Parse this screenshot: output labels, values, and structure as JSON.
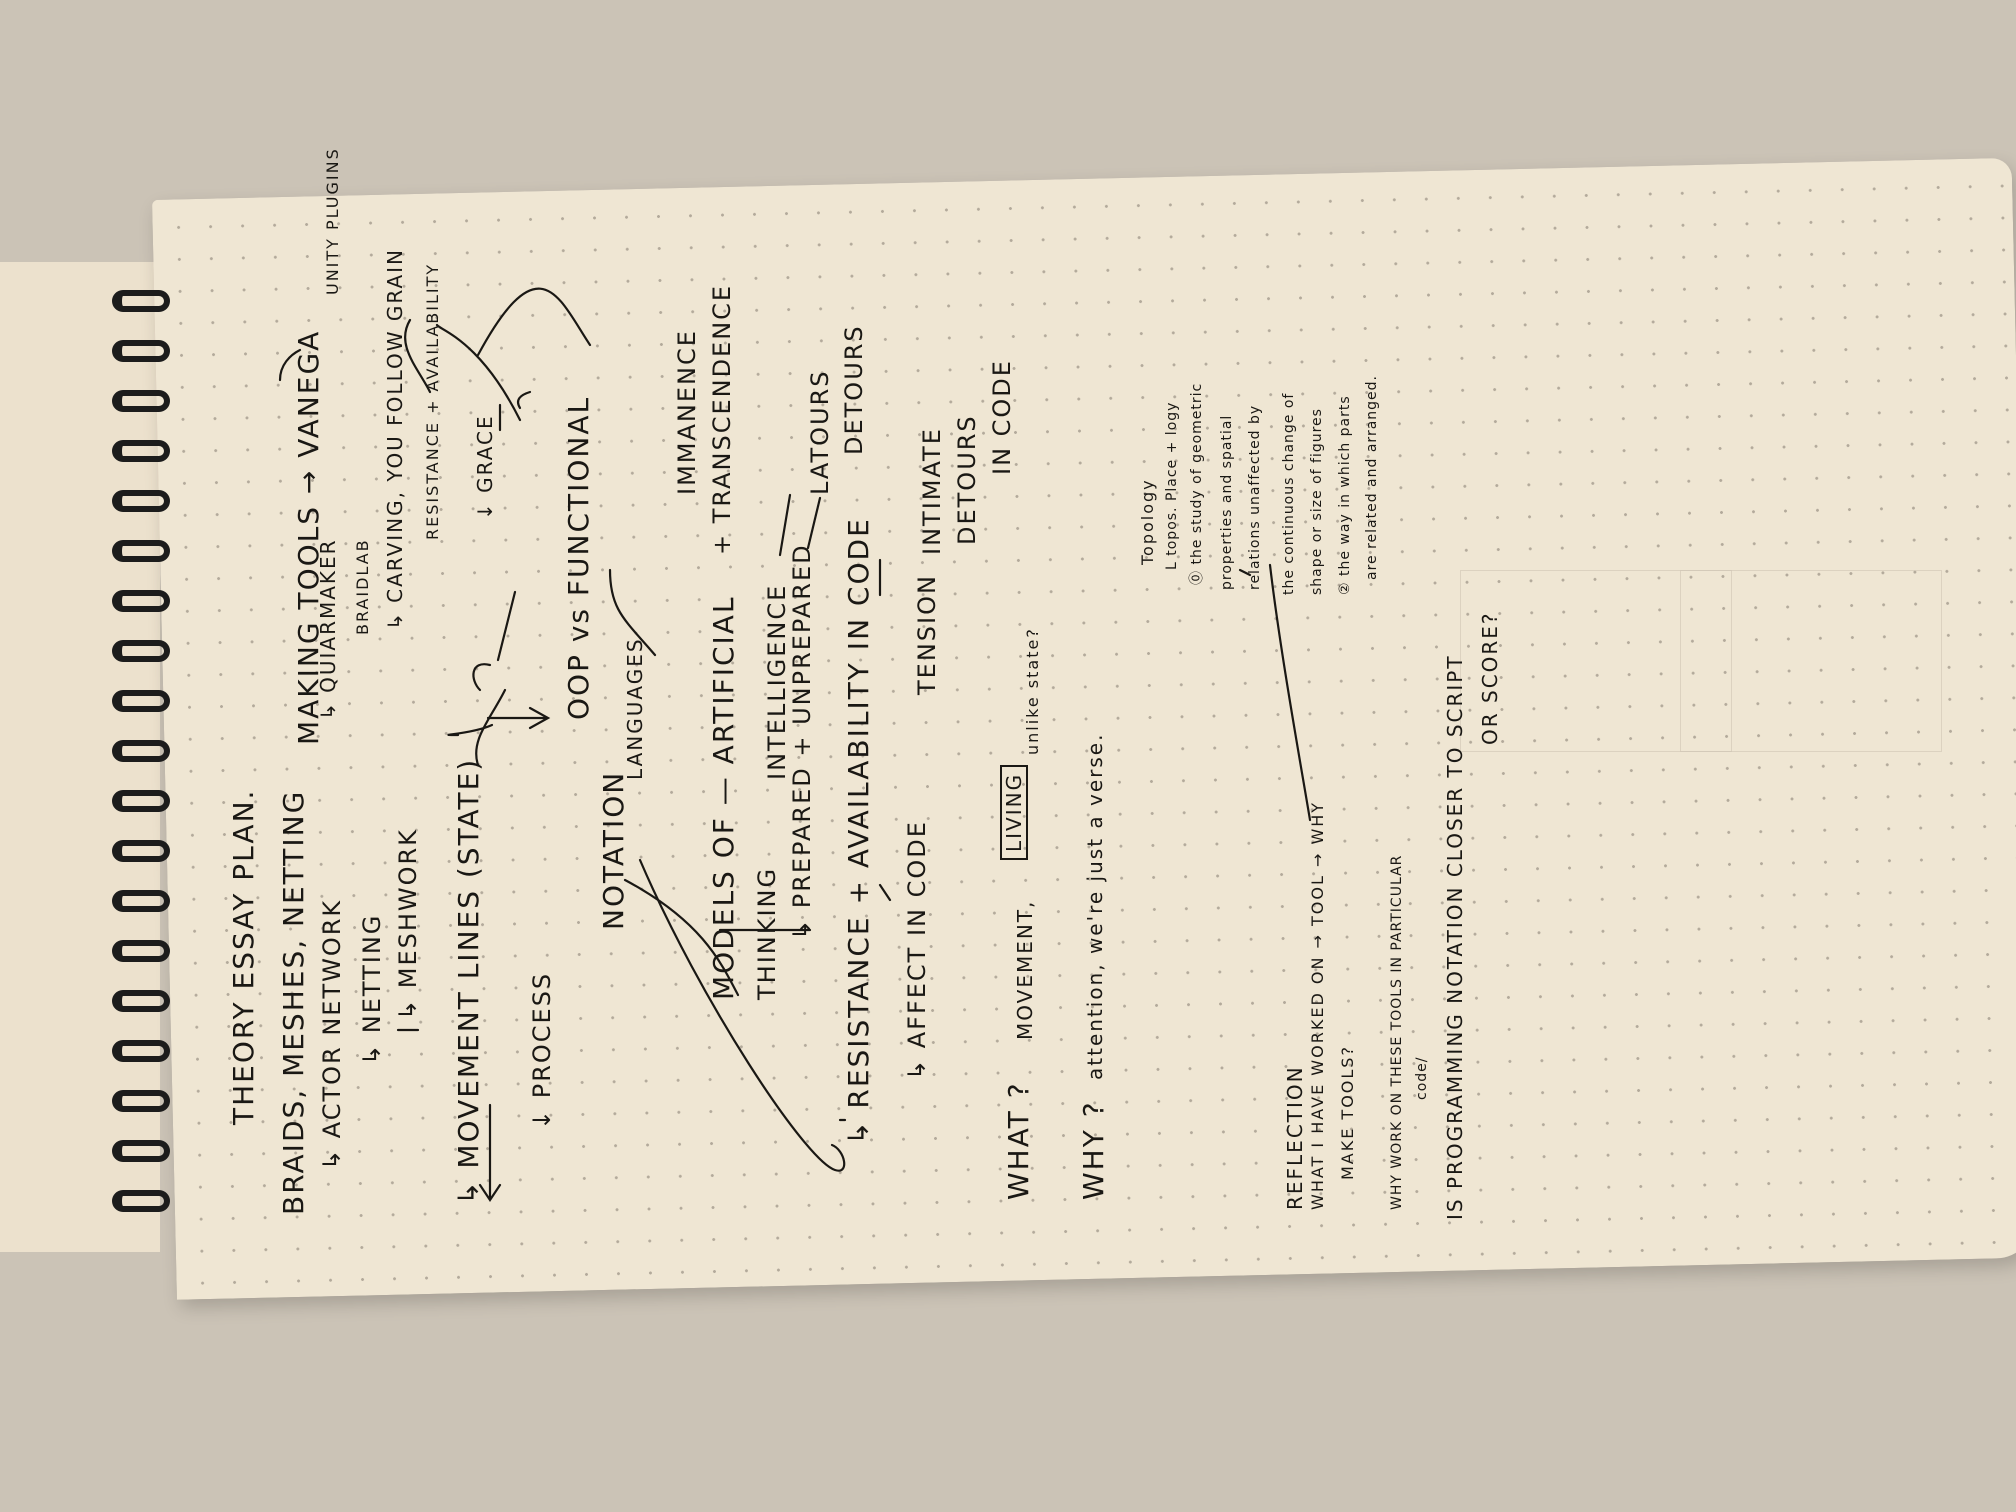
{
  "notes": {
    "title": "THEORY ESSAY PLAN.",
    "braids": "BRAIDS, MESHES, NETTING",
    "actor_network": "↳ ACTOR NETWORK",
    "netting": "↳ NETTING",
    "meshwork": "↳ MESHWORK",
    "movement_lines": "↳ MOVEMENT LINES (STATE)",
    "process": "↓ PROCESS",
    "notation": "NOTATION",
    "languages": "LANGUAGES",
    "models_of": "MODELS OF — ARTIFICIAL",
    "thinking": "THINKING",
    "intelligence": "INTELLIGENCE",
    "prepared": "↳ PREPARED + UNPREPARED",
    "resistance": "↳ RESISTANCE + AVAILABILITY IN CODE",
    "affect": "↳ AFFECT IN CODE",
    "tension": "TENSION",
    "what": "WHAT ?",
    "movement": "MOVEMENT,",
    "living": "LIVING",
    "unlike_state": "unlike state?",
    "why": "WHY ?",
    "attention": "attention, we're just a verse.",
    "making_tools": "MAKING TOOLS → VANEGA",
    "unity_plugins": "UNITY PLUGINS",
    "quiarmaker": "↳ QUIARMAKER",
    "braidlab": "BRAIDLAB",
    "carving": "↳ CARVING, YOU FOLLOW GRAIN",
    "resistance_avail": "RESISTANCE + AVAILABILITY",
    "grace": "↓ GRACE",
    "oop": "OOP vs FUNCTIONAL",
    "immanence": "IMMANENCE",
    "transcendence": "+ TRANSCENDENCE",
    "latours": "LATOURS",
    "detours": "DETOURS",
    "intimate": "INTIMATE",
    "detours2": "DETOURS",
    "incode": "IN CODE",
    "topology": "Topology",
    "topos": "L topos. Place + logy",
    "topo_def1": "⓪ the study of geometric",
    "topo_def2": "properties and spatial",
    "topo_def3": "relations unaffected by",
    "topo_def4": "the continuous change of",
    "topo_def5": "shape or size of figures",
    "topo_def6": "② the way in which parts",
    "topo_def7": "are related and arranged.",
    "reflection": "REFLECTION",
    "what_i_have": "WHAT I HAVE WORKED ON → TOOL → WHY",
    "make_tools": "MAKE TOOLS?",
    "why_work": "WHY WORK ON THESE TOOLS IN PARTICULAR",
    "code": "code/",
    "is_programming": "IS PROGRAMMING NOTATION CLOSER TO SCRIPT",
    "or_score": "OR SCORE?"
  }
}
